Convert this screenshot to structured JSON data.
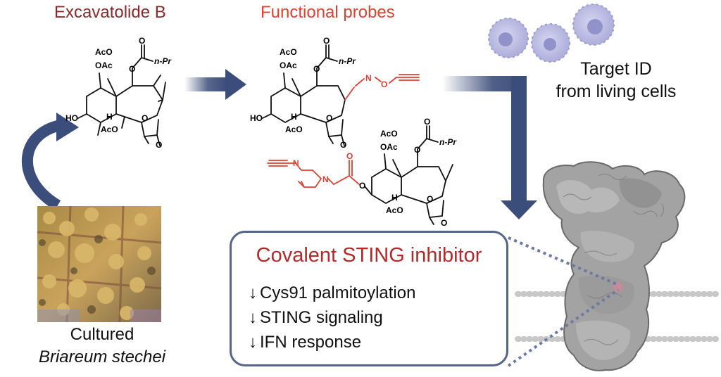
{
  "titles": {
    "natural_product": "Excavatolide B",
    "probes": "Functional probes",
    "target_line1": "Target ID",
    "target_line2": "from living cells",
    "organism_line1": "Cultured",
    "organism_line2": "Briareum stechei"
  },
  "inhibitor_box": {
    "title": "Covalent STING inhibitor",
    "items": [
      {
        "arrow": "↓",
        "text": "Cys91 palmitoylation"
      },
      {
        "arrow": "↓",
        "text": "STING signaling"
      },
      {
        "arrow": "↓",
        "text": "IFN response"
      }
    ]
  },
  "structure_labels": {
    "ac_o": "AcO",
    "o_ac": "OAc",
    "aco_bottom": "AcO",
    "ho": "HO",
    "h": "H",
    "o": "O",
    "npr": "n-Pr",
    "oxime_n": "N",
    "oxime_o": "O",
    "pip_n": "N"
  },
  "colors": {
    "title_dark_red": "#8b2a2a",
    "title_red": "#e0402f",
    "box_border": "#54648a",
    "arrow_navy": "#3b4d7a",
    "probe_red": "#e0402f",
    "cell": "#b3b4e0",
    "protein_gray": "#9a9a9a"
  }
}
